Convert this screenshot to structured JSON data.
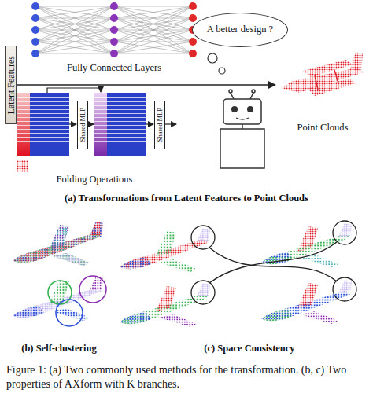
{
  "diagram": {
    "caption": "Figure 1: (a) Two commonly used methods for the transformation. (b, c) Two properties of AXform with K branches.",
    "nodes": [
      {
        "text": [
          "Latent Features"
        ]
      },
      {
        "text": [
          "A better design ?"
        ]
      },
      {
        "text": [
          "Shared MLP"
        ]
      },
      {
        "text": [
          "Shared MLP"
        ]
      },
      {
        "text": [
          "Point Clouds"
        ]
      }
    ],
    "edges": [
      {
        "from": 0,
        "to": 4,
        "arrow": "to"
      }
    ],
    "labels": [
      "Fully Connected Layers",
      "Folding Operations",
      "(a) Transformations from Latent Features to Point Clouds",
      "(b) Self-clustering",
      "(c) Space Consistency"
    ]
  }
}
